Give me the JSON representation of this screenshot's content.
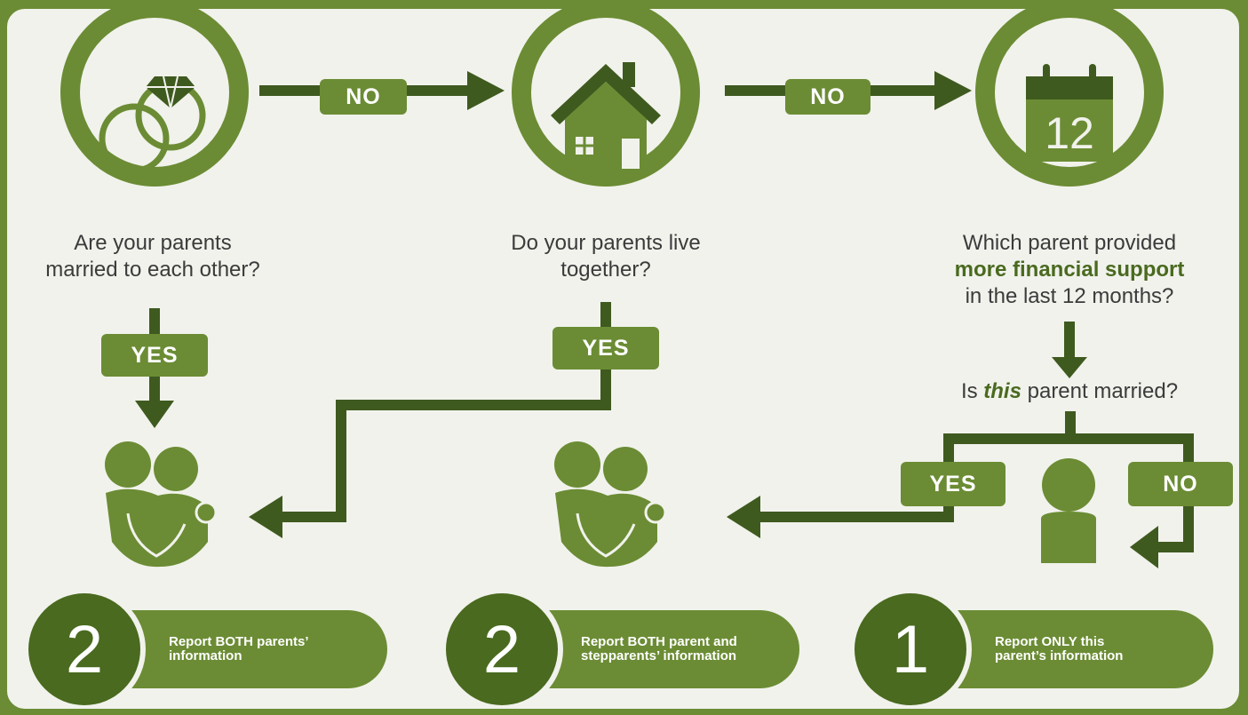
{
  "colors": {
    "accent": "#6b8c34",
    "dark": "#3f5a1f",
    "background": "#f1f2ec",
    "text": "#3b3b3b"
  },
  "icons": [
    "rings-icon",
    "house-icon",
    "calendar-icon",
    "couple-icon",
    "person-icon"
  ],
  "calendar_day": "12",
  "questions": {
    "married": {
      "line1": "Are your parents",
      "line2": "married to each other?"
    },
    "live_together": {
      "line1": "Do your parents live",
      "line2": "together?"
    },
    "support": {
      "line1": "Which parent provided",
      "line2_bold": "more financial support",
      "line3": "in the last 12 months?"
    },
    "this_parent": {
      "prefix": "Is ",
      "emphasis": "this",
      "suffix": " parent married?"
    }
  },
  "labels": {
    "no_1": "NO",
    "no_2": "NO",
    "no_3": "NO",
    "yes_1": "YES",
    "yes_2": "YES",
    "yes_3": "YES"
  },
  "outcomes": [
    {
      "number": "2",
      "text_line1": "Report BOTH parents’",
      "text_line2": "information"
    },
    {
      "number": "2",
      "text_line1": "Report BOTH parent and",
      "text_line2": "stepparents’ information"
    },
    {
      "number": "1",
      "text_line1": "Report ONLY this",
      "text_line2": "parent’s information"
    }
  ]
}
